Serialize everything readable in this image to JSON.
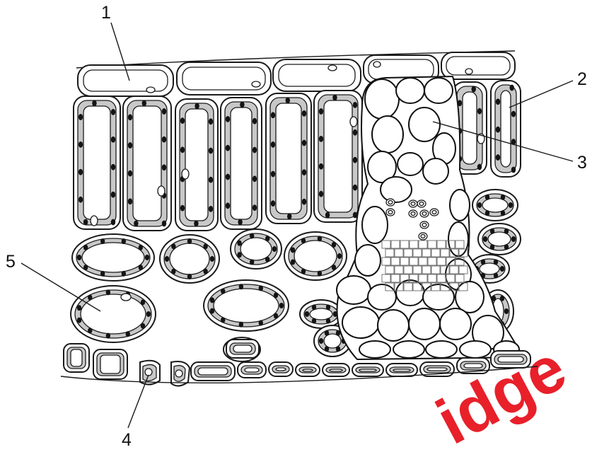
{
  "labels": {
    "l1": "1",
    "l2": "2",
    "l3": "3",
    "l4": "4",
    "l5": "5"
  },
  "watermark": "idge",
  "colors": {
    "cell_wall": "#1a1a1a",
    "cytoplasm": "#c8c8c8",
    "chloroplast": "#141414",
    "watermark": "#e8202a"
  }
}
